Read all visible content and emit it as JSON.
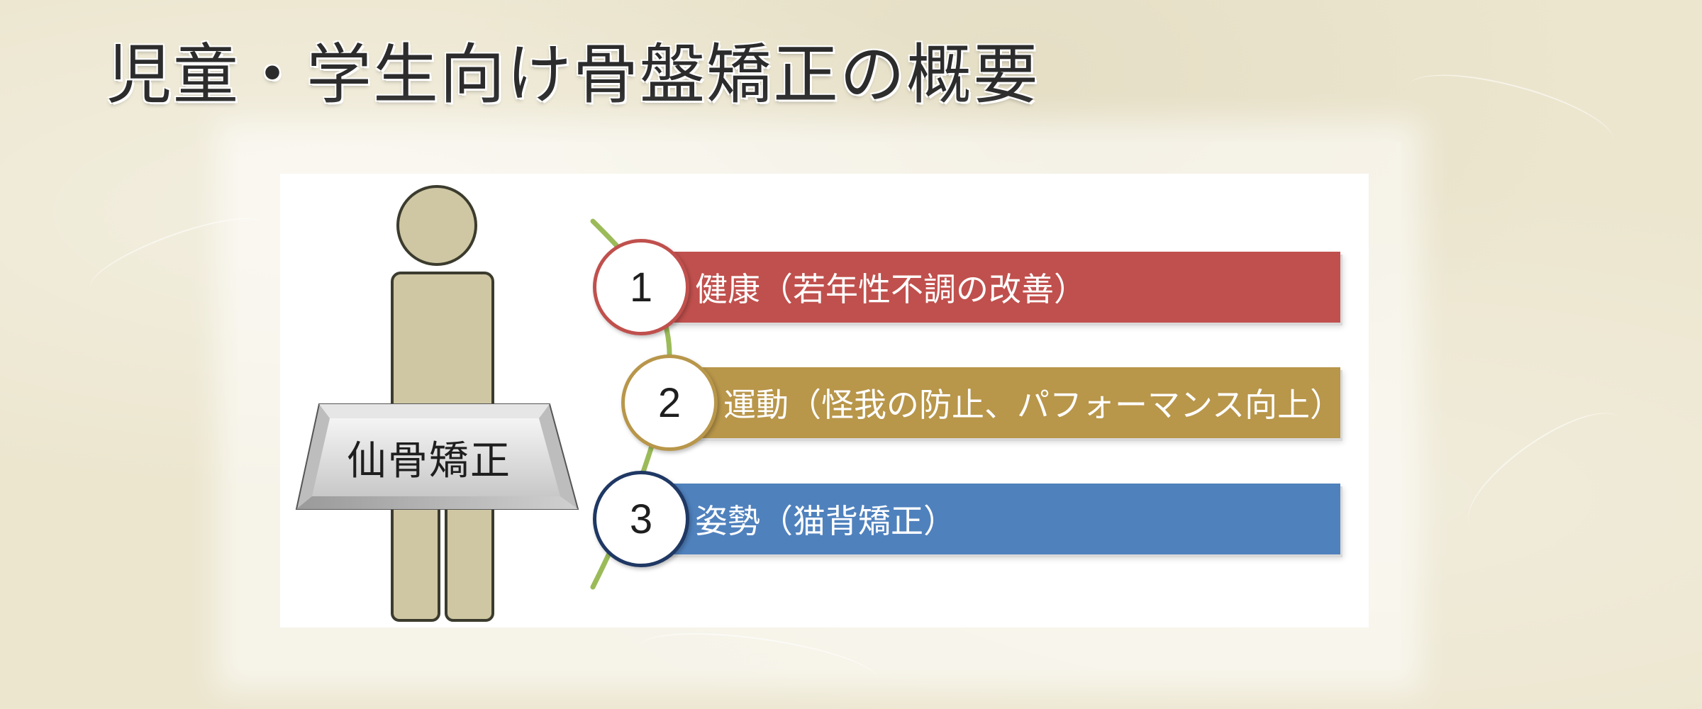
{
  "title": "児童・学生向け骨盤矯正の概要",
  "figure_label": "仙骨矯正",
  "items": [
    {
      "number": "1",
      "text": "健康（若年性不調の改善）",
      "color": "#c0504d"
    },
    {
      "number": "2",
      "text": "運動（怪我の防止、パフォーマンス向上）",
      "color": "#b8964a"
    },
    {
      "number": "3",
      "text": "姿勢（猫背矯正）",
      "color": "#4f81bd"
    }
  ],
  "colors": {
    "figure_fill": "#cfc7a3",
    "figure_outline": "#3b3b2e",
    "connector": "#9bbb59",
    "background": "#ece6cf"
  }
}
